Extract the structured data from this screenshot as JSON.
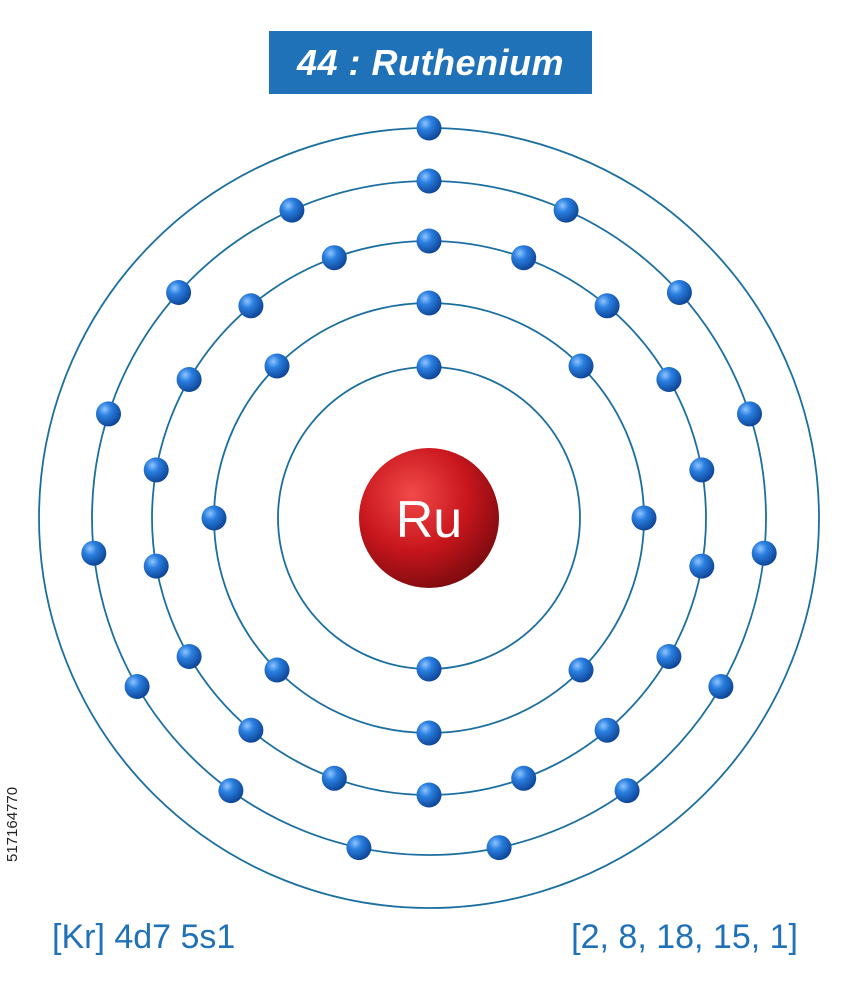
{
  "title": "44 : Ruthenium",
  "element_symbol": "Ru",
  "electron_configuration": "[Kr] 4d7 5s1",
  "shell_distribution_text": "[2, 8, 18, 15, 1]",
  "shell_electron_counts": [
    2,
    8,
    18,
    15,
    1
  ],
  "stock_id": "517164770",
  "colors": {
    "title_background": "#1f71b8",
    "title_text": "#ffffff",
    "orbit": "#1b6fa0",
    "electron": "#1a6fd6",
    "nucleus": "#c8161d",
    "label_text": "#1f71b8"
  },
  "icons": {
    "nucleus": "red-sphere",
    "electron": "blue-sphere"
  }
}
